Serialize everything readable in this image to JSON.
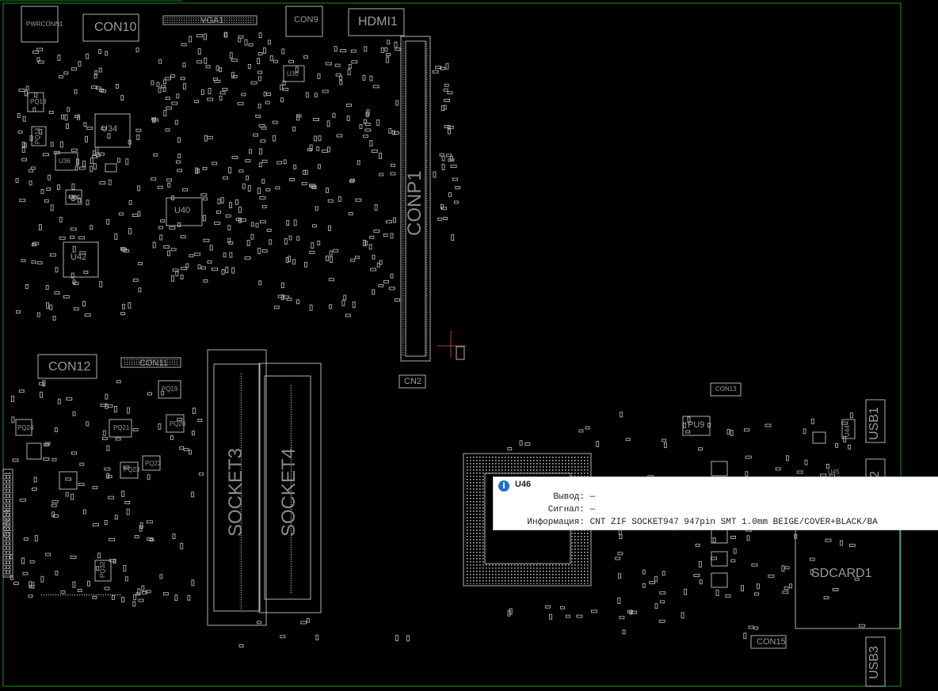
{
  "viewer": {
    "board_outline_color": "#1f7a1f",
    "background_color": "#000000",
    "silkscreen_color": "#b0b0b0"
  },
  "labels": {
    "pwrconn": "PWRCONN1",
    "con10": "CON10",
    "vga": "VGA1",
    "con9": "CON9",
    "hdmi": "HDMI1",
    "u30": "U30",
    "pq13": "PQ13",
    "u34": "U34",
    "pq14": "PQ14",
    "u36": "U36",
    "u85": "U85",
    "u40": "U40",
    "u42": "U42",
    "conp1": "CONP1",
    "cn2": "CN2",
    "con12": "CON12",
    "con11": "CON11",
    "pq19": "PQ19",
    "pq20": "PQ20",
    "pq21": "PQ21",
    "pq22": "PQ22",
    "pq23": "PQ23",
    "pq24": "PQ24",
    "pq32": "PQ32",
    "con14": "CON14",
    "socket3": "SOCKET3",
    "socket4": "SOCKET4",
    "con13": "CON13",
    "pu9": "PU9",
    "u44": "U44",
    "u45": "U45",
    "usb1": "USB1",
    "usb2": "2",
    "usb3": "USB3",
    "sdcard": "SDCARD1",
    "con15": "CON15"
  },
  "tooltip": {
    "title": "U46",
    "icon": "info-icon",
    "rows": [
      {
        "key": "Вывод:",
        "value": "—"
      },
      {
        "key": "Сигнал:",
        "value": "—"
      },
      {
        "key": "Информация:",
        "value": "CNT ZIF SOCKET947 947pin SMT 1.0mm BEIGE/COVER+BLACK/BA"
      }
    ]
  }
}
